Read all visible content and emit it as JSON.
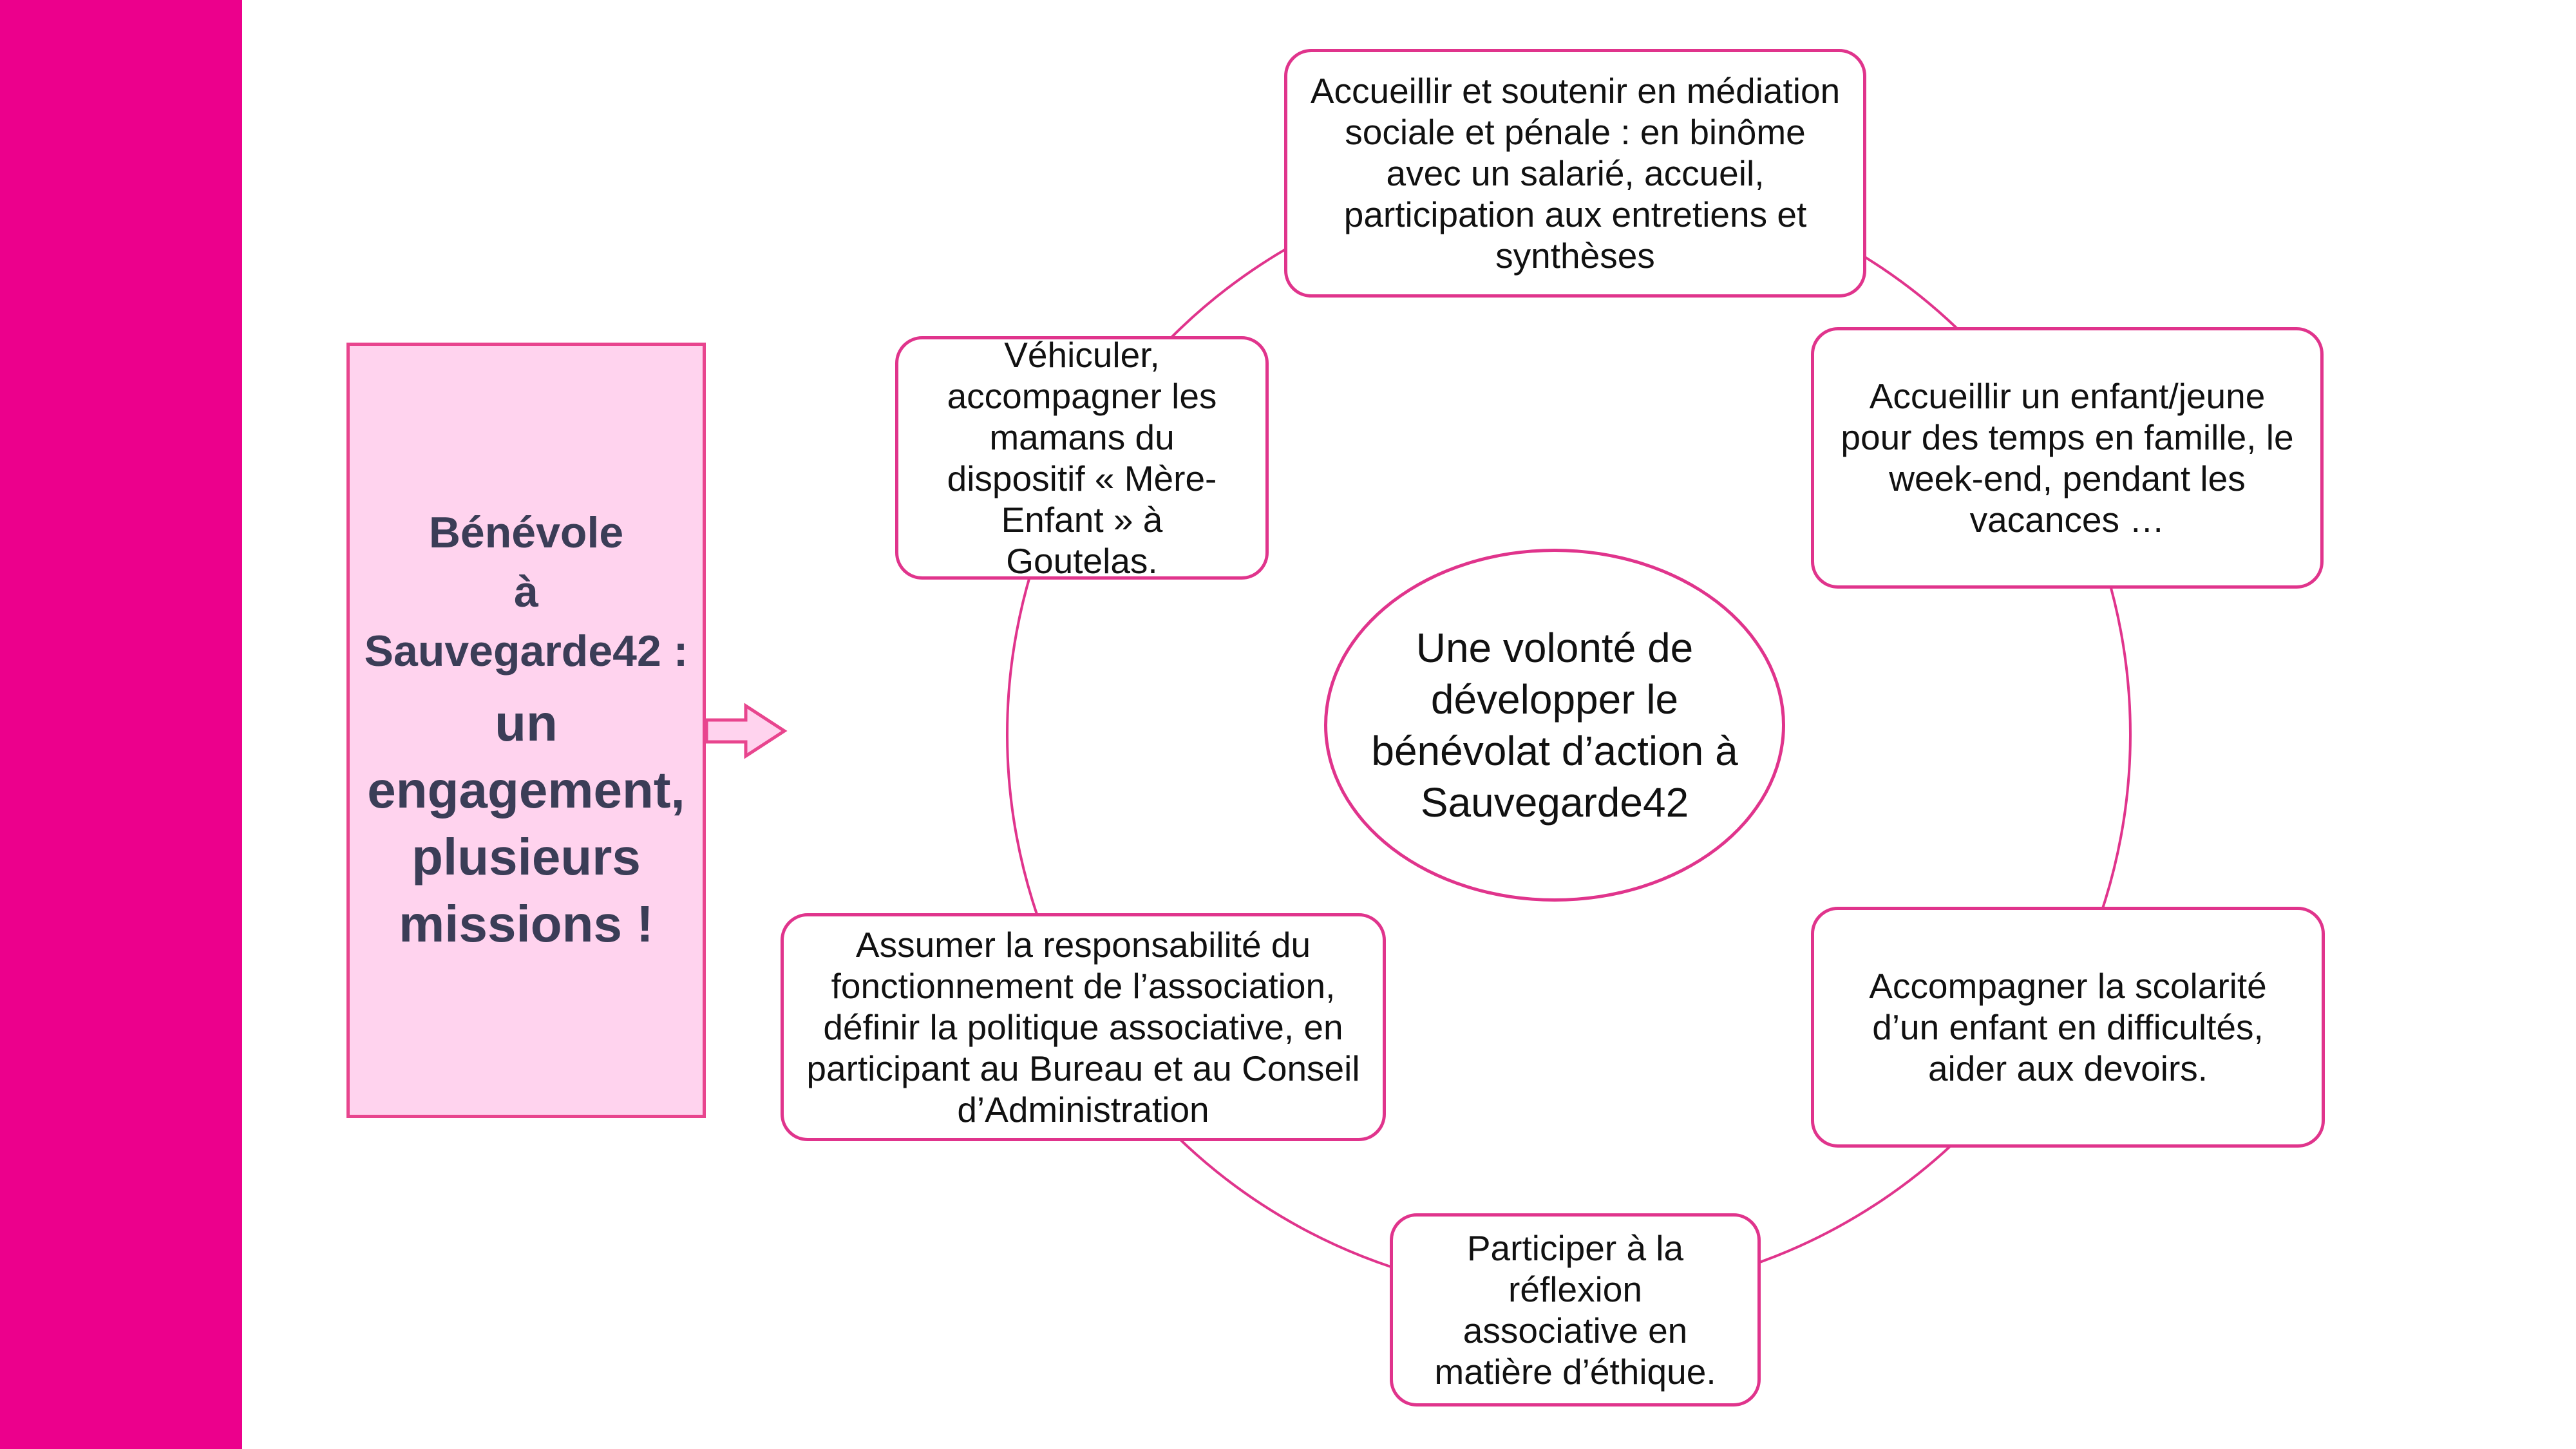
{
  "colors": {
    "sidebar": "#ec008c",
    "accent_border": "#e0348c",
    "left_box_fill": "#ffd3ee",
    "left_box_text": "#3b3d57"
  },
  "left_panel": {
    "line1": "Bénévole",
    "line2": "à",
    "line3": "Sauvegarde42 :",
    "line4": "un",
    "line5": "engagement,",
    "line6": "plusieurs",
    "line7": "missions !"
  },
  "center": {
    "text": "Une volonté de développer le bénévolat d’action à Sauvegarde42"
  },
  "missions": {
    "top": "Accueillir et soutenir en médiation sociale et pénale : en binôme avec un salarié, accueil, participation aux entretiens et synthèses",
    "right_upper": "Accueillir un enfant/jeune pour des temps en famille, le week-end, pendant les vacances …",
    "right_lower": "Accompagner la scolarité d’un enfant en difficultés, aider aux devoirs.",
    "bottom": "Participer à la réflexion associative en matière d’éthique.",
    "left_lower": "Assumer la responsabilité du fonctionnement de l’association, définir la politique associative,  en participant au Bureau et au Conseil d’Administration",
    "left_upper": "Véhiculer, accompagner les mamans du dispositif « Mère-Enfant » à Goutelas."
  }
}
